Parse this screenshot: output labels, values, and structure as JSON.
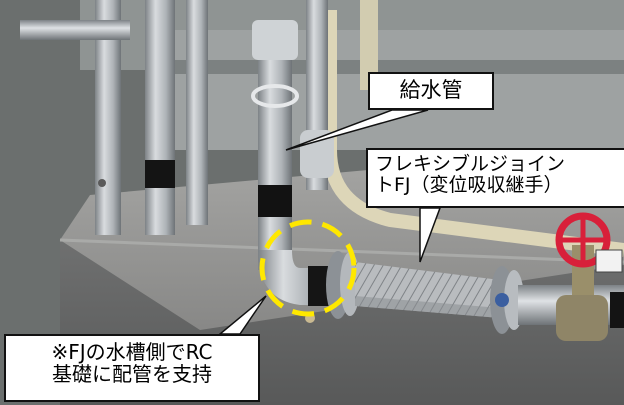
{
  "callouts": {
    "water_supply_pipe": "給水管",
    "flexible_joint": [
      "フレキシブルジョイン",
      "トFJ（変位吸収継手）"
    ],
    "fj_support": [
      "※FJの水槽側でRC",
      "基礎に配管を支持"
    ]
  },
  "colors": {
    "highlight_circle": "#ffe800",
    "valve_handle": "#d8203a",
    "concrete": "#8a8a88"
  }
}
